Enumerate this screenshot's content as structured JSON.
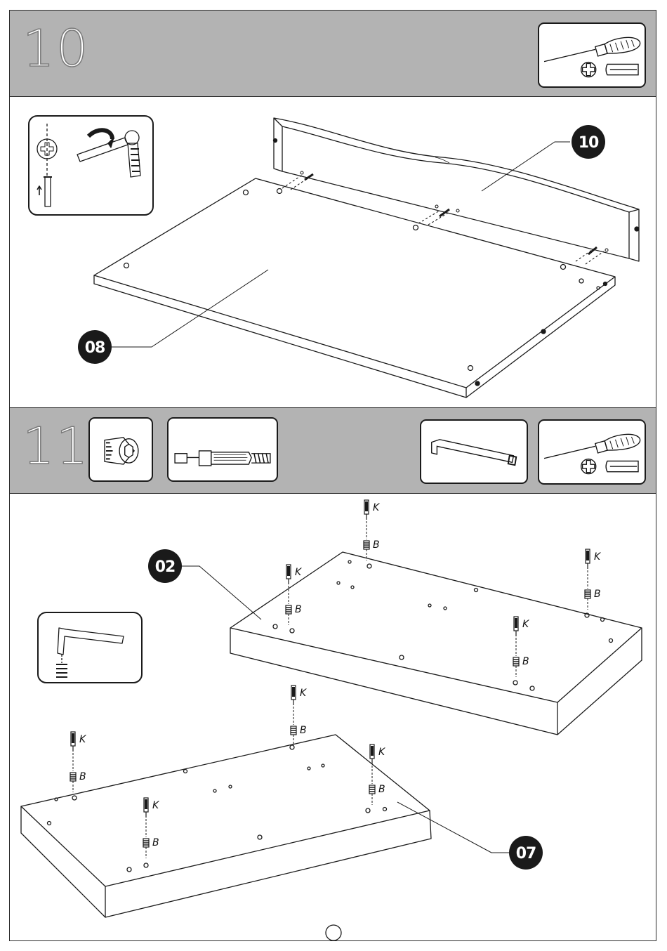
{
  "steps": [
    {
      "number": "10",
      "callouts": [
        "10",
        "08"
      ]
    },
    {
      "number": "11",
      "callouts": [
        "02",
        "07"
      ],
      "hardware_labels": {
        "cam_bolt": "K",
        "insert_nut": "B"
      }
    }
  ],
  "icons": {
    "screwdriver": "phillips-screwdriver-icon",
    "cam_lock": "cam-lock-icon",
    "insert_nut": "threaded-insert-icon",
    "cam_bolt": "cam-bolt-icon",
    "allen_key": "allen-key-icon"
  },
  "colors": {
    "header_gray": "#b3b3b3",
    "callout_fill": "#1a1a1a",
    "line": "#1a1a1a"
  }
}
